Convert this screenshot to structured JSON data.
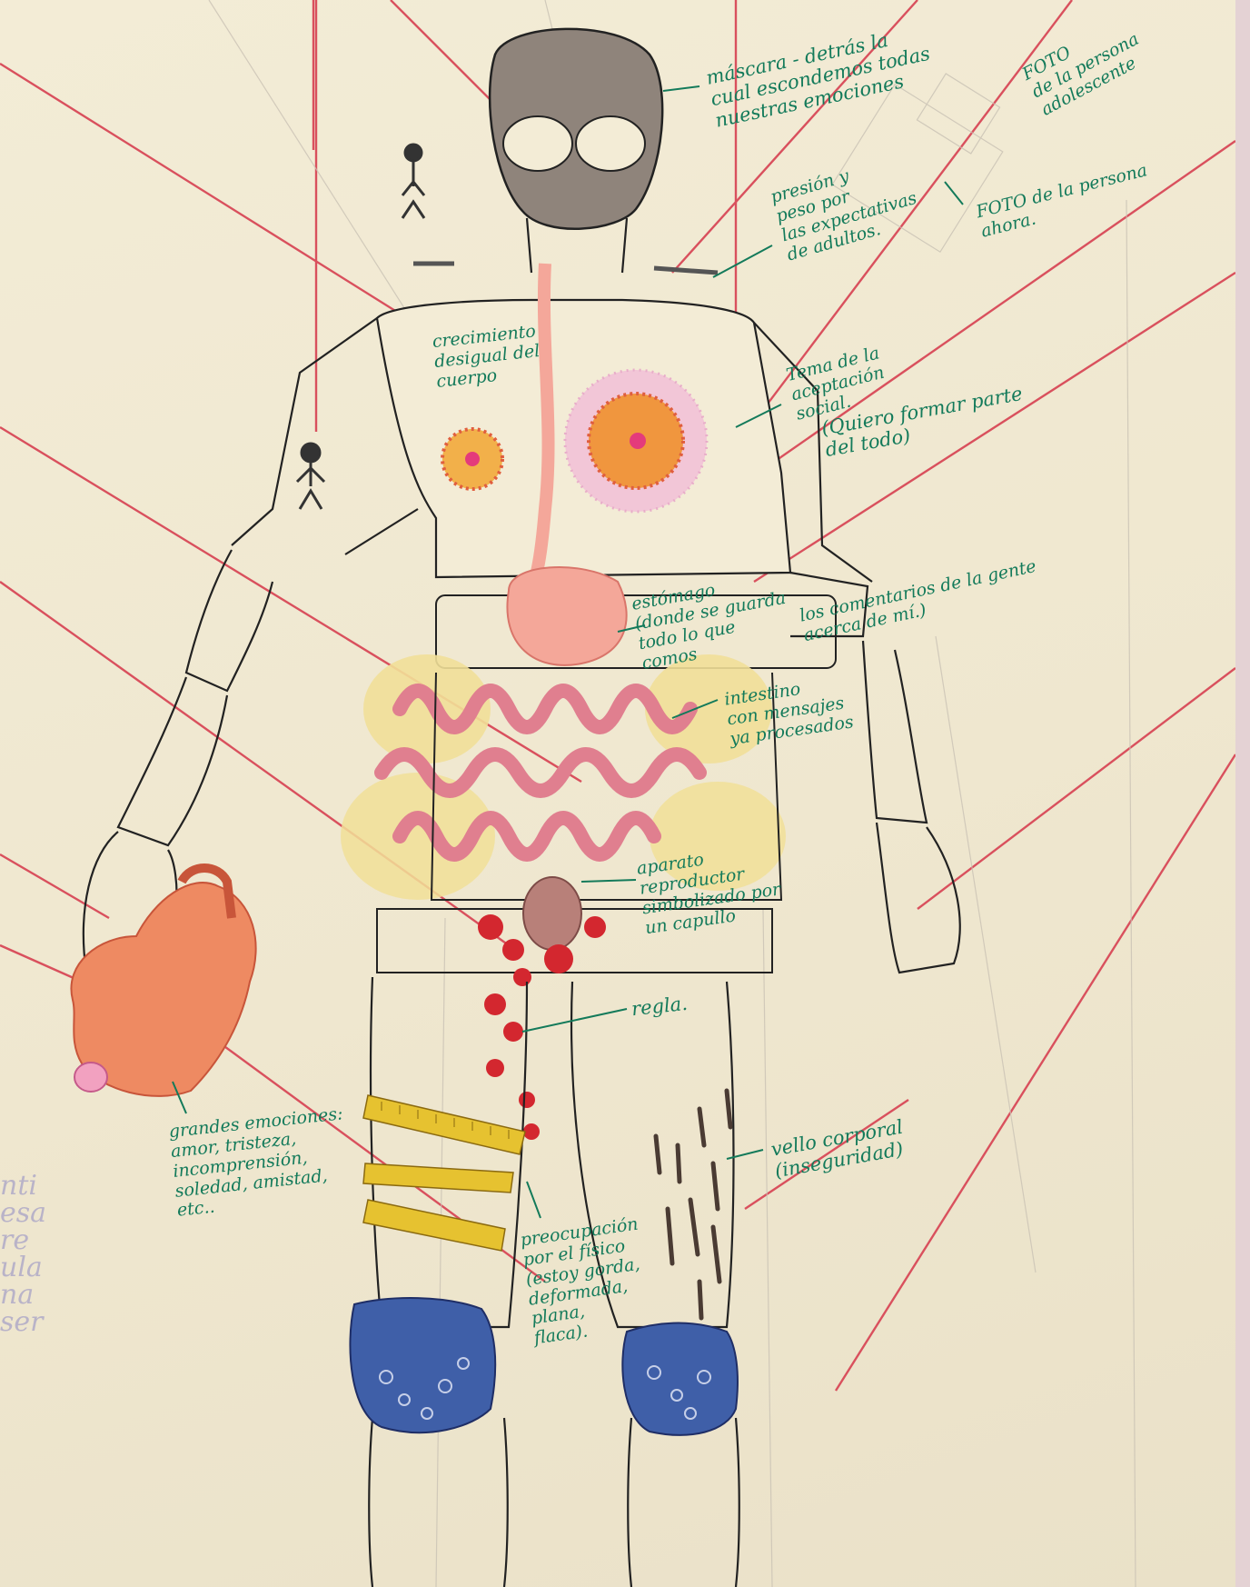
{
  "annotations": {
    "mask": "máscara - detrás la\ncual escondemos todas\nnuestras emociones",
    "photo_teen": "FOTO\nde la persona\nadolescente",
    "photo_now": "FOTO de la persona\nahora.",
    "pressure": "presión y\npeso por\nlas expectativas\nde adultos.",
    "growth": "crecimiento\ndesigual del\ncuerpo",
    "acceptance": "Tema de la\naceptación\nsocial.",
    "belonging": "(Quiero formar parte\ndel todo)",
    "stomach": "estómago\n(donde se guarda\ntodo lo que\ncomos",
    "comments": "los comentarios de la gente\nacerca de mí.)",
    "intestine": "intestino\ncon mensajes\nya procesados",
    "reproductive": "aparato\nreproductor\nsimbolizado por\nun capullo",
    "period": "regla.",
    "emotions": "grandes emociones:\namor, tristeza,\nincomprensión,\nsoledad, amistad,\netc..",
    "weight": "preocupación\npor el físico\n(estoy gorda,\ndeformada,\nplana,\nflaca).",
    "hair": "vello corporal\n(inseguridad)"
  },
  "faint_margin_text": "nti\nesa\nre\nula\nna\nser",
  "colors": {
    "string": "#d9505d",
    "ink": "#1a1a1a",
    "note_ink": "#137a5a",
    "heart": "#ee8a62",
    "organs_pink": "#e07f8f",
    "belly_yellow": "#f1df98",
    "knee_blue": "#3f5fa8",
    "tape_yellow": "#e6c230",
    "mask_brown": "#8b7d72"
  },
  "icons": [
    "puppet-figure-icon",
    "heart-icon",
    "mask-icon",
    "photo-frame-icon"
  ]
}
